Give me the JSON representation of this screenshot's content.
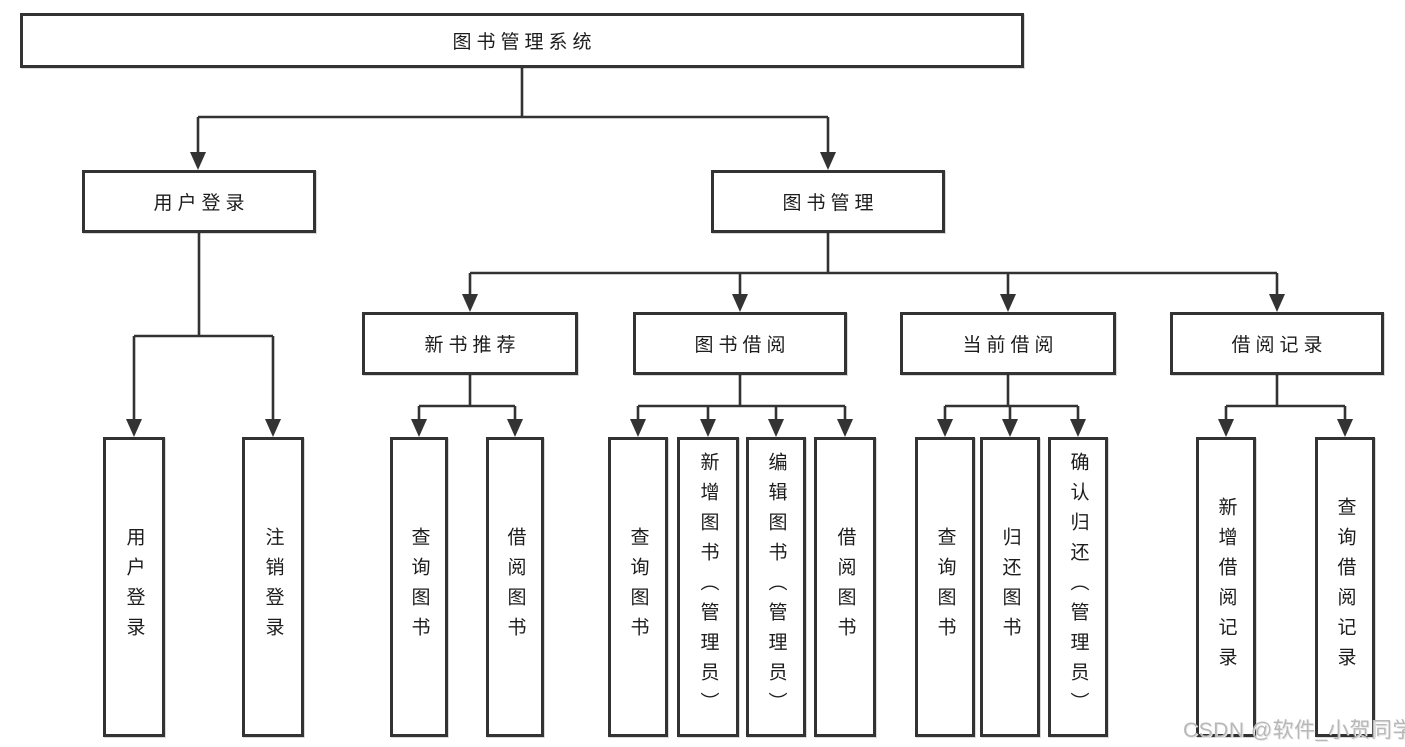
{
  "root": {
    "label": "图书管理系统"
  },
  "branches": {
    "user_login": {
      "label": "用户登录",
      "children": [
        {
          "label": "用户登录"
        },
        {
          "label": "注销登录"
        }
      ]
    },
    "book_management": {
      "label": "图书管理",
      "children": [
        {
          "label": "新书推荐",
          "children": [
            {
              "label": "查询图书"
            },
            {
              "label": "借阅图书"
            }
          ]
        },
        {
          "label": "图书借阅",
          "children": [
            {
              "label": "查询图书"
            },
            {
              "label": "新增图书（管理员）"
            },
            {
              "label": "编辑图书（管理员）"
            },
            {
              "label": "借阅图书"
            }
          ]
        },
        {
          "label": "当前借阅",
          "children": [
            {
              "label": "查询图书"
            },
            {
              "label": "归还图书"
            },
            {
              "label": "确认归还（管理员）"
            }
          ]
        },
        {
          "label": "借阅记录",
          "children": [
            {
              "label": "新增借阅记录"
            },
            {
              "label": "查询借阅记录"
            }
          ]
        }
      ]
    }
  },
  "watermark": "CSDN @软件_小贺同学",
  "colors": {
    "line": "#333333",
    "box_fill": "#ffffff",
    "text": "#1c1c1c",
    "watermark": "#b8b8b8"
  }
}
